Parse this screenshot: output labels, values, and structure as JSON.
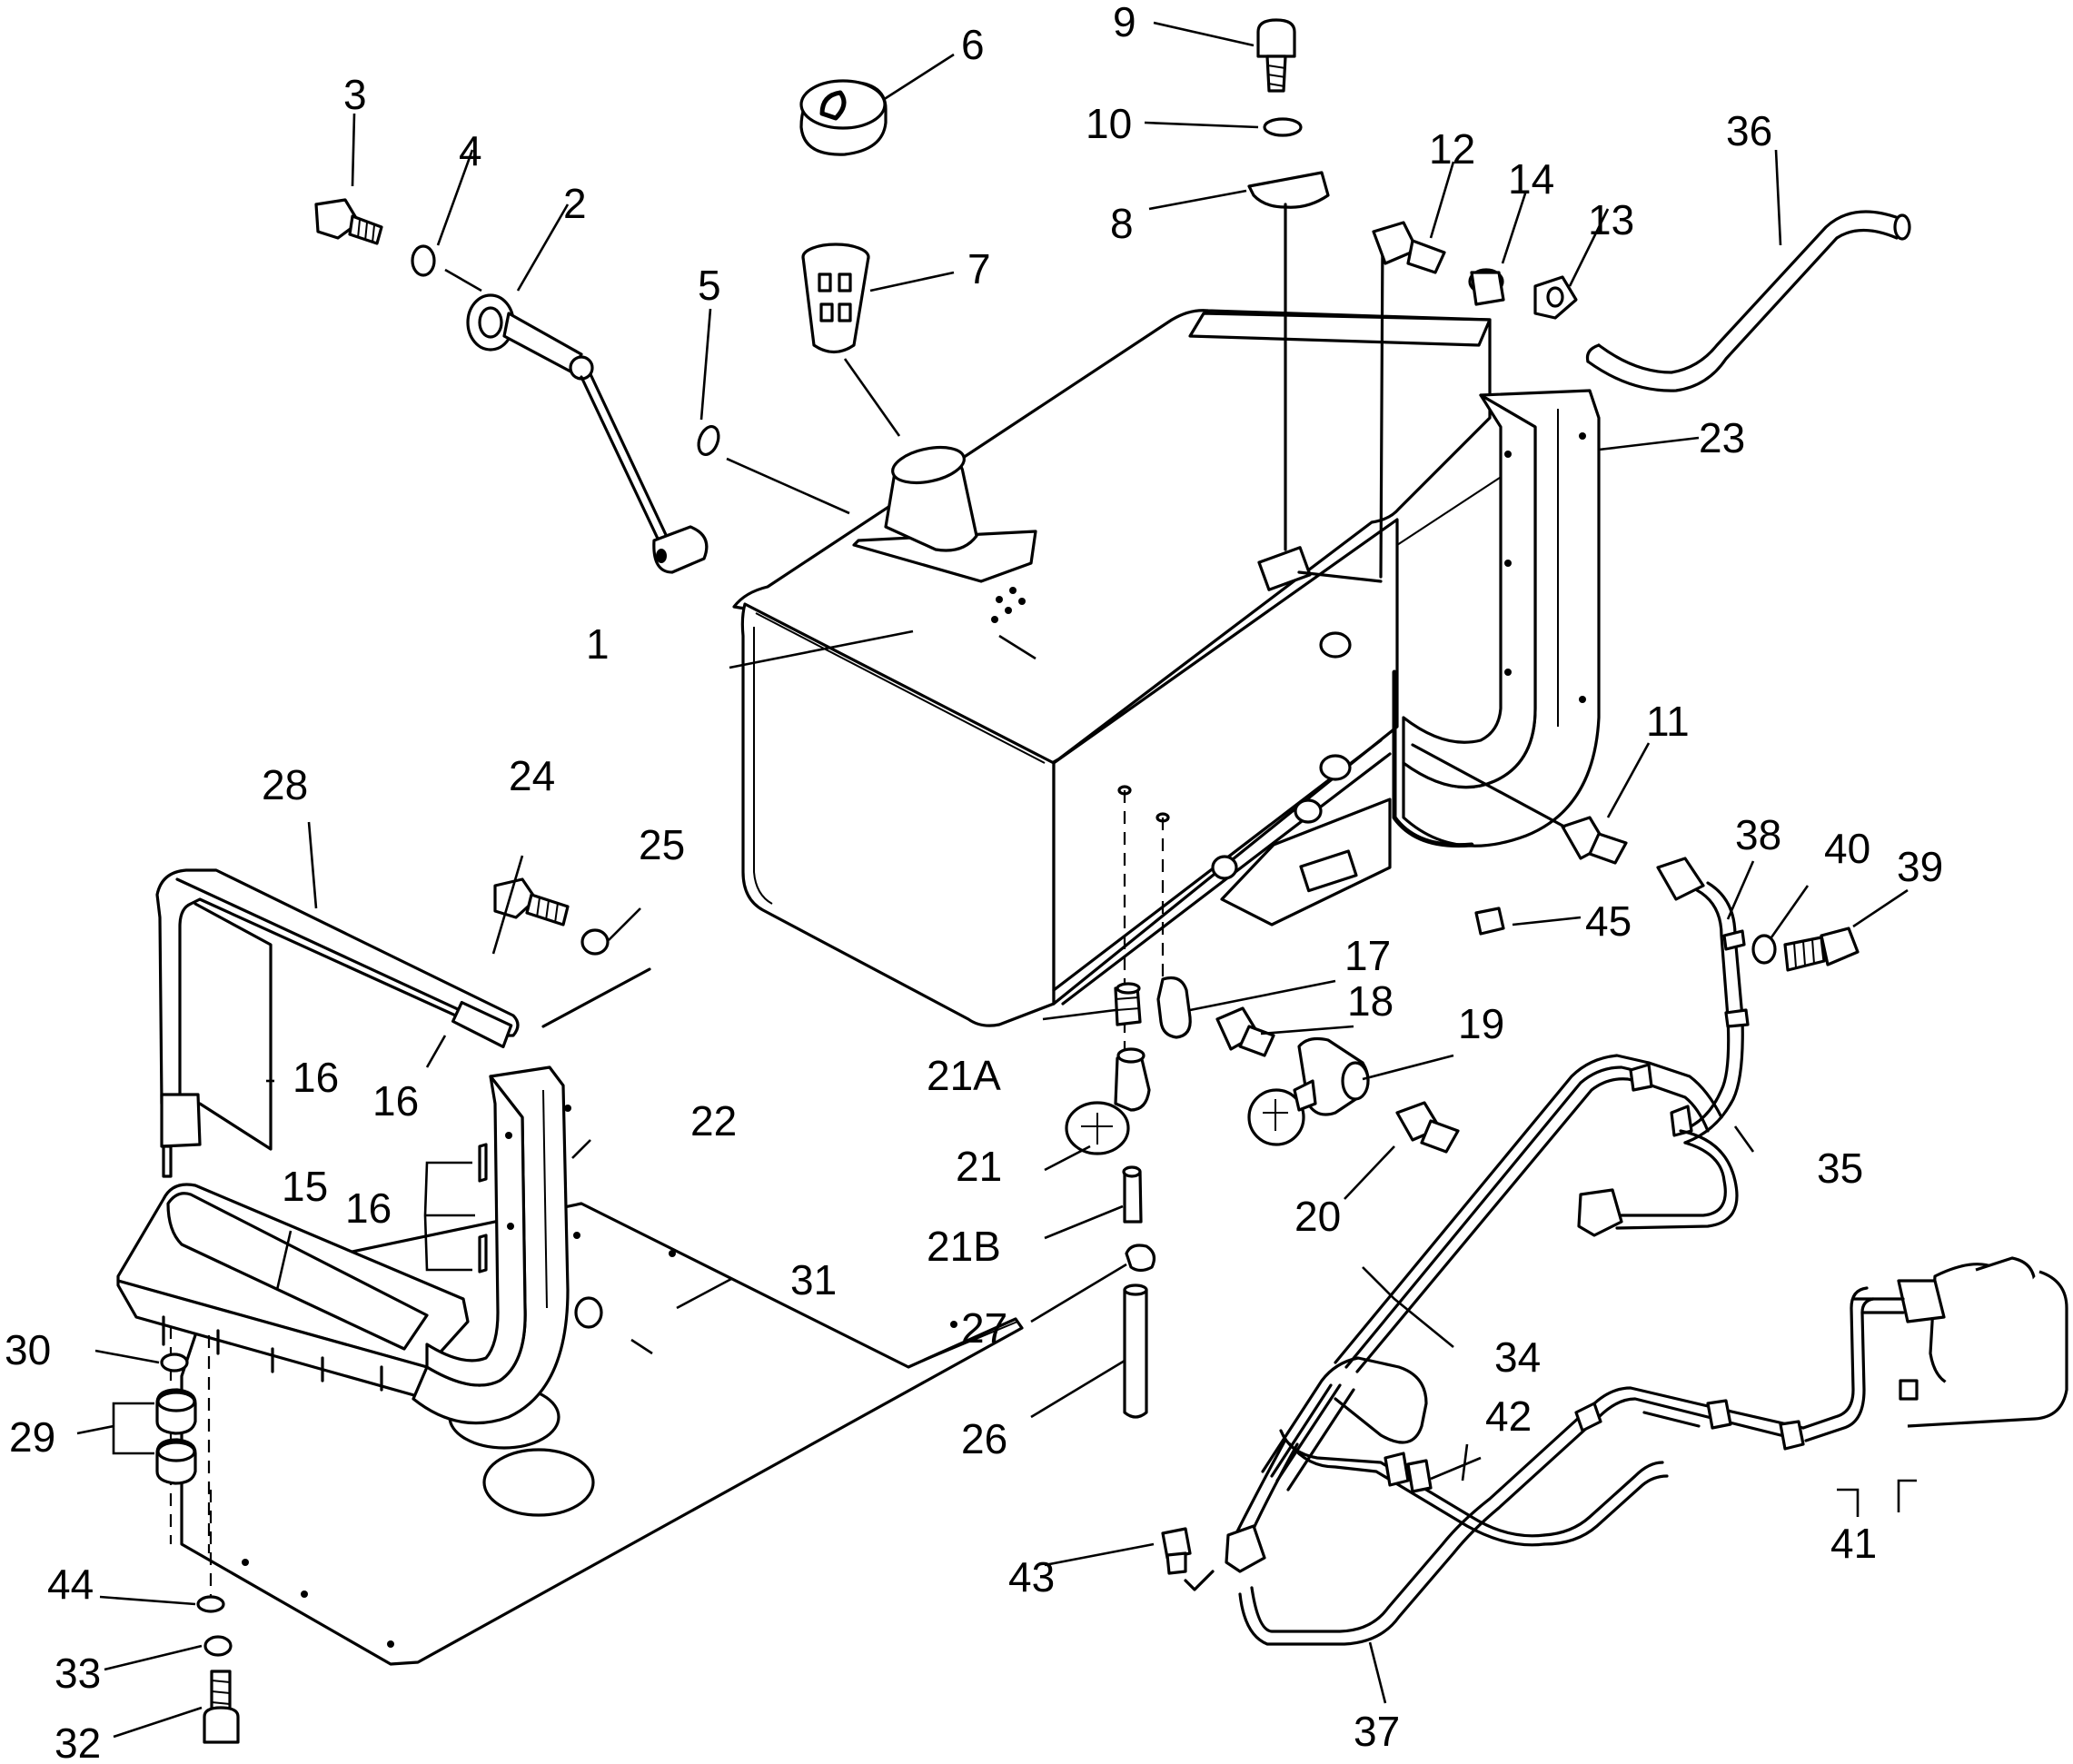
{
  "labels": [
    {
      "id": "1",
      "text": "1"
    },
    {
      "id": "2",
      "text": "2"
    },
    {
      "id": "3",
      "text": "3"
    },
    {
      "id": "4",
      "text": "4"
    },
    {
      "id": "5",
      "text": "5"
    },
    {
      "id": "6",
      "text": "6"
    },
    {
      "id": "7",
      "text": "7"
    },
    {
      "id": "8",
      "text": "8"
    },
    {
      "id": "9",
      "text": "9"
    },
    {
      "id": "10",
      "text": "10"
    },
    {
      "id": "11",
      "text": "11"
    },
    {
      "id": "12",
      "text": "12"
    },
    {
      "id": "13",
      "text": "13"
    },
    {
      "id": "14",
      "text": "14"
    },
    {
      "id": "15",
      "text": "15"
    },
    {
      "id": "16a",
      "text": "16"
    },
    {
      "id": "16b",
      "text": "16"
    },
    {
      "id": "16c",
      "text": "16"
    },
    {
      "id": "17",
      "text": "17"
    },
    {
      "id": "18",
      "text": "18"
    },
    {
      "id": "19",
      "text": "19"
    },
    {
      "id": "20",
      "text": "20"
    },
    {
      "id": "21",
      "text": "21"
    },
    {
      "id": "21A",
      "text": "21A"
    },
    {
      "id": "21B",
      "text": "21B"
    },
    {
      "id": "22",
      "text": "22"
    },
    {
      "id": "23",
      "text": "23"
    },
    {
      "id": "24",
      "text": "24"
    },
    {
      "id": "25",
      "text": "25"
    },
    {
      "id": "26",
      "text": "26"
    },
    {
      "id": "27",
      "text": "27"
    },
    {
      "id": "28",
      "text": "28"
    },
    {
      "id": "29",
      "text": "29"
    },
    {
      "id": "30",
      "text": "30"
    },
    {
      "id": "31",
      "text": "31"
    },
    {
      "id": "32",
      "text": "32"
    },
    {
      "id": "33",
      "text": "33"
    },
    {
      "id": "34",
      "text": "34"
    },
    {
      "id": "35",
      "text": "35"
    },
    {
      "id": "36",
      "text": "36"
    },
    {
      "id": "37",
      "text": "37"
    },
    {
      "id": "38",
      "text": "38"
    },
    {
      "id": "39",
      "text": "39"
    },
    {
      "id": "40",
      "text": "40"
    },
    {
      "id": "41",
      "text": "41"
    },
    {
      "id": "42",
      "text": "42"
    },
    {
      "id": "43",
      "text": "43"
    },
    {
      "id": "44",
      "text": "44"
    },
    {
      "id": "45",
      "text": "45"
    }
  ]
}
